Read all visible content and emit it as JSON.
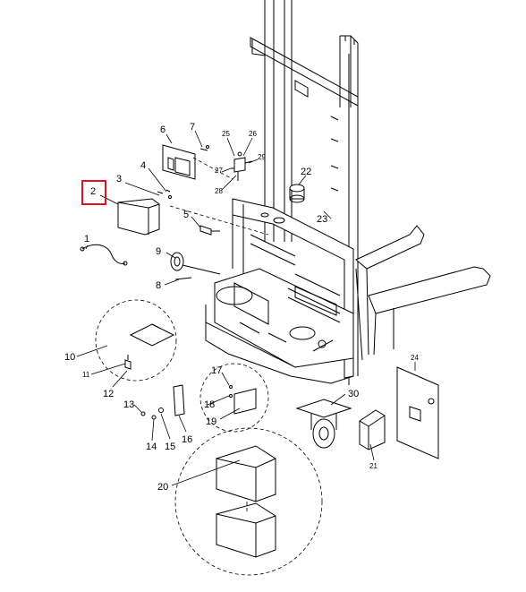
{
  "diagram": {
    "highlight_color": "#e0141e",
    "highlighted_callout": "2",
    "callouts": {
      "c1": "1",
      "c2": "2",
      "c3": "3",
      "c4": "4",
      "c5": "5",
      "c6": "6",
      "c7": "7",
      "c8": "8",
      "c9": "9",
      "c10": "10",
      "c11": "11",
      "c12": "12",
      "c13": "13",
      "c14": "14",
      "c15": "15",
      "c16": "16",
      "c17": "17",
      "c18": "18",
      "c19": "19",
      "c20": "20",
      "c21": "21",
      "c22": "22",
      "c23": "23",
      "c24": "24",
      "c25": "25",
      "c26": "26",
      "c27": "27",
      "c28": "28",
      "c29": "29",
      "c30": "30"
    }
  }
}
